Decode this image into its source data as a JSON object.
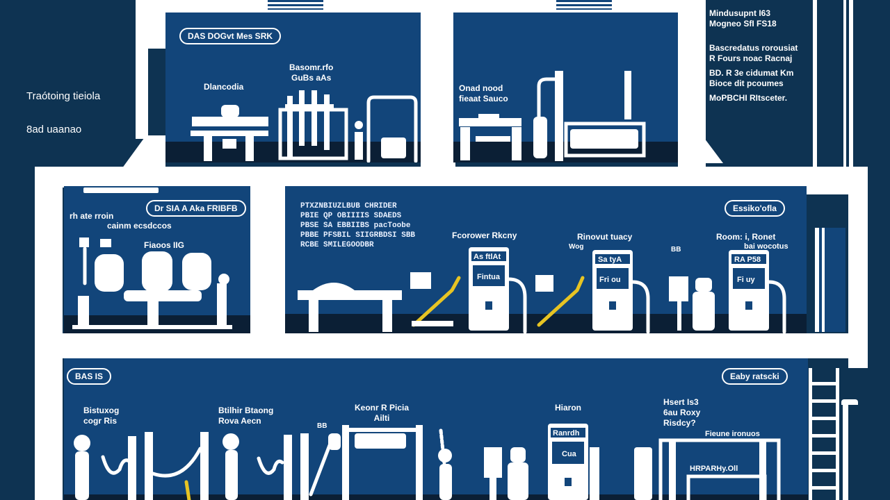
{
  "colors": {
    "background": "#0e3352",
    "panel": "#12457a",
    "floor": "#0b1f35",
    "wall": "#ffffff",
    "accent": "#e7c423"
  },
  "side_title": {
    "line1": "Traótoing tieiola",
    "line2": "8ad uaanao"
  },
  "notes_column": [
    "Mindusupnt I63\nMogneo SfI FS18",
    "Bascredatus rorousiat\nR Fours noac Racnaj",
    "BD. R 3e cidumat Km\nBioce dit pcoumes",
    "MoPBCHI RItsceter."
  ],
  "rooms": {
    "top_left": {
      "pill": "DAS DOGvt Mes SRK",
      "labels": [
        "Dlancodia",
        "Basomr.rfo\nGuBs aAs"
      ]
    },
    "top_right": {
      "labels": [
        "Onad nood\nfieaat Sauco"
      ]
    },
    "middle_left": {
      "pill": "Dr SIA A Aka FRIBFB",
      "labels": [
        "rh ate rroin",
        "cainm ecsdccos",
        "Fiaoos IIG"
      ]
    },
    "middle_right": {
      "pill": "Essiko'ofla",
      "text_block": "PTXZNBIUZLBUB CHRIDER\nPBIE QP OBIIIIS SDAEDS\nPBSE SA EBBIIBS pacToobe\nPBBE PFSBIL SIIGRBDSI SBB\nRCBE SMILEGOODBR",
      "stations": [
        {
          "title": "Fcorower Rkcny",
          "screen_top": "As ftlAt",
          "screen_main": "Fintua"
        },
        {
          "title": "Rinovut tuacy",
          "subtitle": "Wog",
          "screen_top": "Sa tyA",
          "screen_main": "Fri ou"
        },
        {
          "title": "Room: i, Ronet",
          "subtitle": "bai wocotus",
          "screen_top": "RA P58",
          "screen_main": "Fi uy"
        }
      ],
      "small_mark": "BB"
    },
    "bottom": {
      "pill_left": "BAS IS",
      "pill_right": "Eaby ratscki",
      "labels": [
        "Bistuxog\ncogr Ris",
        "Btilhir Btaong\nRova Aecn",
        "Keonr R Picia\nAilti",
        "Hiaron",
        "Hsert Is3\n6au Roxy\nRisdcy?",
        "Fieune ironuos"
      ],
      "small_mark": "BB",
      "machine_screen_top": "Ranrdh",
      "machine_screen_main": "Cua",
      "rack_label": "HRPARHy.Oll"
    }
  }
}
